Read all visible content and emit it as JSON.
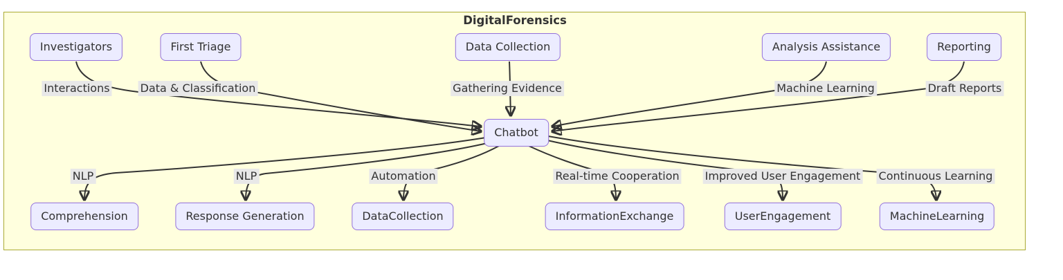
{
  "diagram": {
    "title": "DigitalForensics",
    "center_node": "Chatbot",
    "sources": [
      {
        "node": "Investigators",
        "edge_label": "Interactions"
      },
      {
        "node": "First Triage",
        "edge_label": "Data & Classification"
      },
      {
        "node": "Data Collection",
        "edge_label": "Gathering Evidence"
      },
      {
        "node": "Analysis Assistance",
        "edge_label": "Machine Learning"
      },
      {
        "node": "Reporting",
        "edge_label": "Draft Reports"
      }
    ],
    "targets": [
      {
        "node": "Comprehension",
        "edge_label": "NLP"
      },
      {
        "node": "Response Generation",
        "edge_label": "NLP"
      },
      {
        "node": "DataCollection",
        "edge_label": "Automation"
      },
      {
        "node": "InformationExchange",
        "edge_label": "Real-time Cooperation"
      },
      {
        "node": "UserEngagement",
        "edge_label": "Improved User Engagement"
      },
      {
        "node": "MachineLearning",
        "edge_label": "Continuous Learning"
      }
    ],
    "colors": {
      "cluster_bg": "#ffffde",
      "cluster_border": "#aaaa33",
      "node_fill": "#ececff",
      "node_border": "#9370db",
      "edge": "#333333",
      "edge_label_bg": "#e8e8e8",
      "text": "#333333"
    }
  }
}
